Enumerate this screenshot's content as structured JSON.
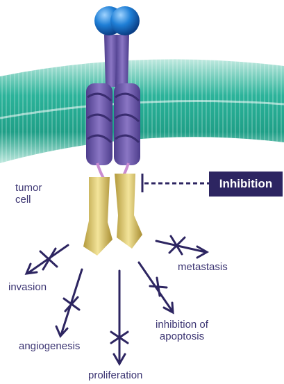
{
  "labels": {
    "tumor_cell": "tumor\ncell",
    "inhibition": "Inhibition",
    "invasion": "invasion",
    "angiogenesis": "angiogenesis",
    "proliferation": "proliferation",
    "inhibition_of_apoptosis": "inhibition of\napoptosis",
    "metastasis": "metastasis"
  },
  "colors": {
    "arrow": "#2d2561",
    "membrane": "#2bb39a",
    "receptor": "#6f5aa8",
    "kinase": "#e2cf7a",
    "ligand": "#1f7fd6",
    "text": "#3b3472"
  }
}
